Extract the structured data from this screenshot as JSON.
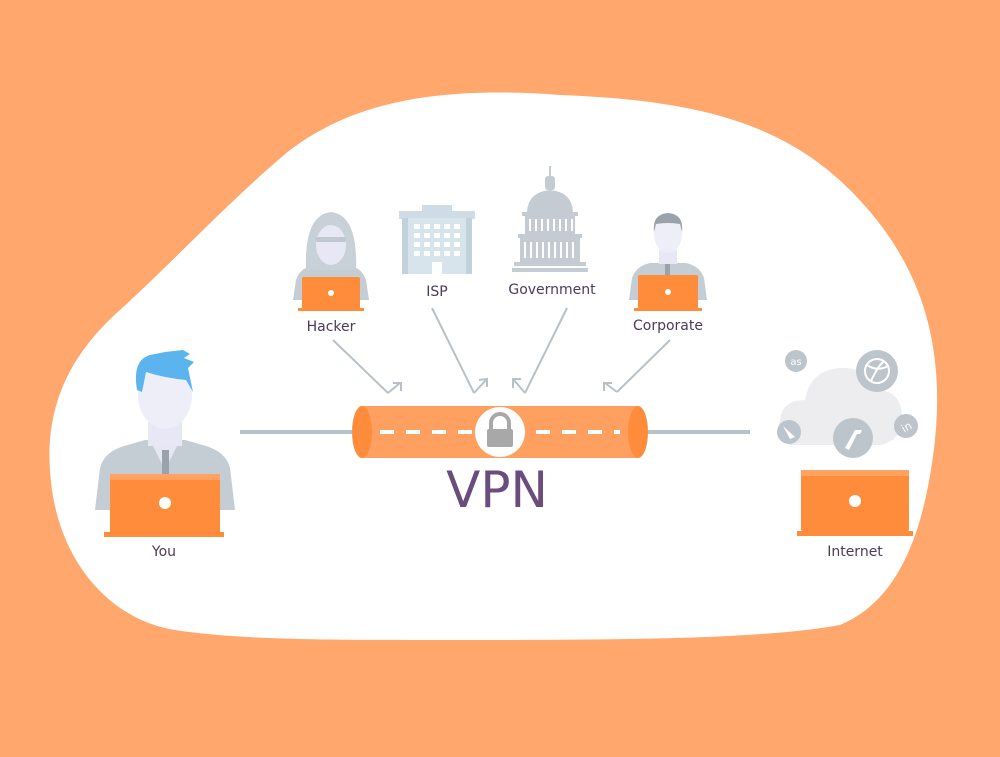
{
  "colors": {
    "background": "#FFA76C",
    "blob": "#FFFFFF",
    "orange": "#FF8C3A",
    "tube": "#FFA060",
    "gray": "#B8C0C8",
    "label": "#4a3a5c",
    "vpn_text": "#6b4d7d",
    "hair_blue": "#5BB4EE"
  },
  "nodes": {
    "you": {
      "label": "You",
      "icon": "user-laptop-icon"
    },
    "internet": {
      "label": "Internet",
      "icon": "laptop-cloud-icon"
    },
    "hacker": {
      "label": "Hacker",
      "icon": "hooded-hacker-icon"
    },
    "isp": {
      "label": "ISP",
      "icon": "office-building-icon"
    },
    "government": {
      "label": "Government",
      "icon": "capitol-dome-icon"
    },
    "corporate": {
      "label": "Corporate",
      "icon": "businessman-laptop-icon"
    }
  },
  "tunnel": {
    "label": "VPN",
    "icon": "padlock-icon"
  },
  "cloud_icons": [
    "lastfm-icon",
    "dribbble-icon",
    "flickr-icon",
    "linkedin-icon",
    "megaphone-icon"
  ]
}
